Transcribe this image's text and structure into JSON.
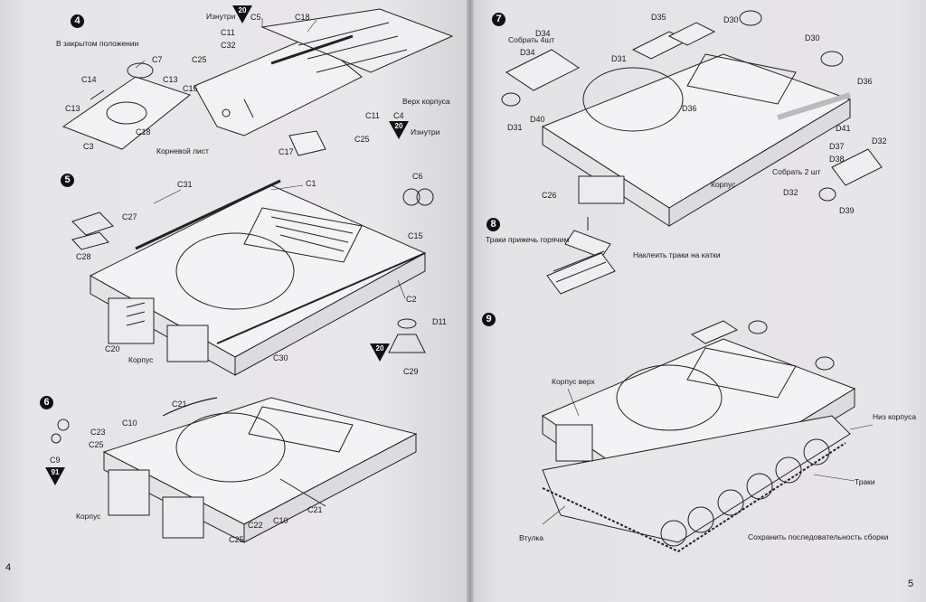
{
  "document": {
    "type": "model kit assembly instructions",
    "page_left_number": "4",
    "page_right_number": "5",
    "colors": {
      "paper": "#e6e5e8",
      "ink": "#111111",
      "background": "#6b6a6a"
    }
  },
  "steps": [
    {
      "number": "4",
      "notes": {
        "closed_position": "В закрытом положении",
        "inside_a": "Изнутри",
        "inside_b": "Изнутри",
        "upper_hull": "Верх корпуса",
        "root_sheet": "Корневой лист"
      },
      "paint_refs": [
        "20",
        "20"
      ],
      "part_labels": [
        "C5",
        "C11",
        "C32",
        "C18",
        "C7",
        "C25",
        "C14",
        "C13",
        "C16",
        "C13",
        "C18",
        "C3",
        "C11",
        "C4",
        "C17",
        "C25"
      ]
    },
    {
      "number": "5",
      "notes": {
        "hull": "Корпус"
      },
      "paint_refs": [
        "20"
      ],
      "part_labels": [
        "C31",
        "C1",
        "C6",
        "C27",
        "C15",
        "C28",
        "C2",
        "C20",
        "C30",
        "D11",
        "C29"
      ]
    },
    {
      "number": "6",
      "notes": {
        "hull": "Корпус"
      },
      "paint_refs": [
        "91"
      ],
      "part_labels": [
        "C21",
        "C10",
        "C23",
        "C25",
        "C9",
        "C22",
        "C10",
        "C25",
        "C21"
      ]
    },
    {
      "number": "7",
      "notes": {
        "assemble_4": "Собрать 4шт",
        "assemble_2": "Собрать 2 шт",
        "hull": "Корпус"
      },
      "part_labels": [
        "D35",
        "D30",
        "D34",
        "D34",
        "D31",
        "D30",
        "D36",
        "D36",
        "D40",
        "D31",
        "D41",
        "D37",
        "D32",
        "D38",
        "C26",
        "D32",
        "D39"
      ]
    },
    {
      "number": "8",
      "notes": {
        "press_tracks": "Траки прижечь горячим",
        "glue_tracks": "Наклеить траки на катки"
      }
    },
    {
      "number": "9",
      "notes": {
        "upper_hull": "Корпус верх",
        "lower_hull": "Низ корпуса",
        "tracks": "Траки",
        "bushing": "Втулка",
        "keep_order": "Сохранить последовательность сборки"
      }
    }
  ]
}
